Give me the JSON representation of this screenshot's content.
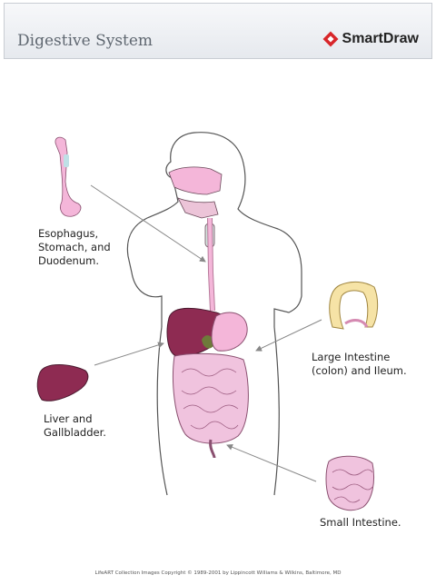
{
  "header": {
    "title": "Digestive System",
    "brand": "SmartDraw",
    "brand_icon": "smartdraw-diamond-logo"
  },
  "labels": {
    "esophagus": "Esophagus,\nStomach, and\nDuodenum.",
    "liver": "Liver and\nGallbladder.",
    "large_intestine": "Large Intestine\n(colon) and Ileum.",
    "small_intestine": "Small Intestine."
  },
  "footer": {
    "copyright": "LifeART Collection Images Copyright © 1989-2001 by Lippincott Williams & Wilkins, Baltimore, MD"
  },
  "colors": {
    "brand": "#d8262a",
    "organ_pink": "#f4b6d9",
    "liver": "#8e2b52",
    "outline": "#555555",
    "arrow": "#888888"
  }
}
